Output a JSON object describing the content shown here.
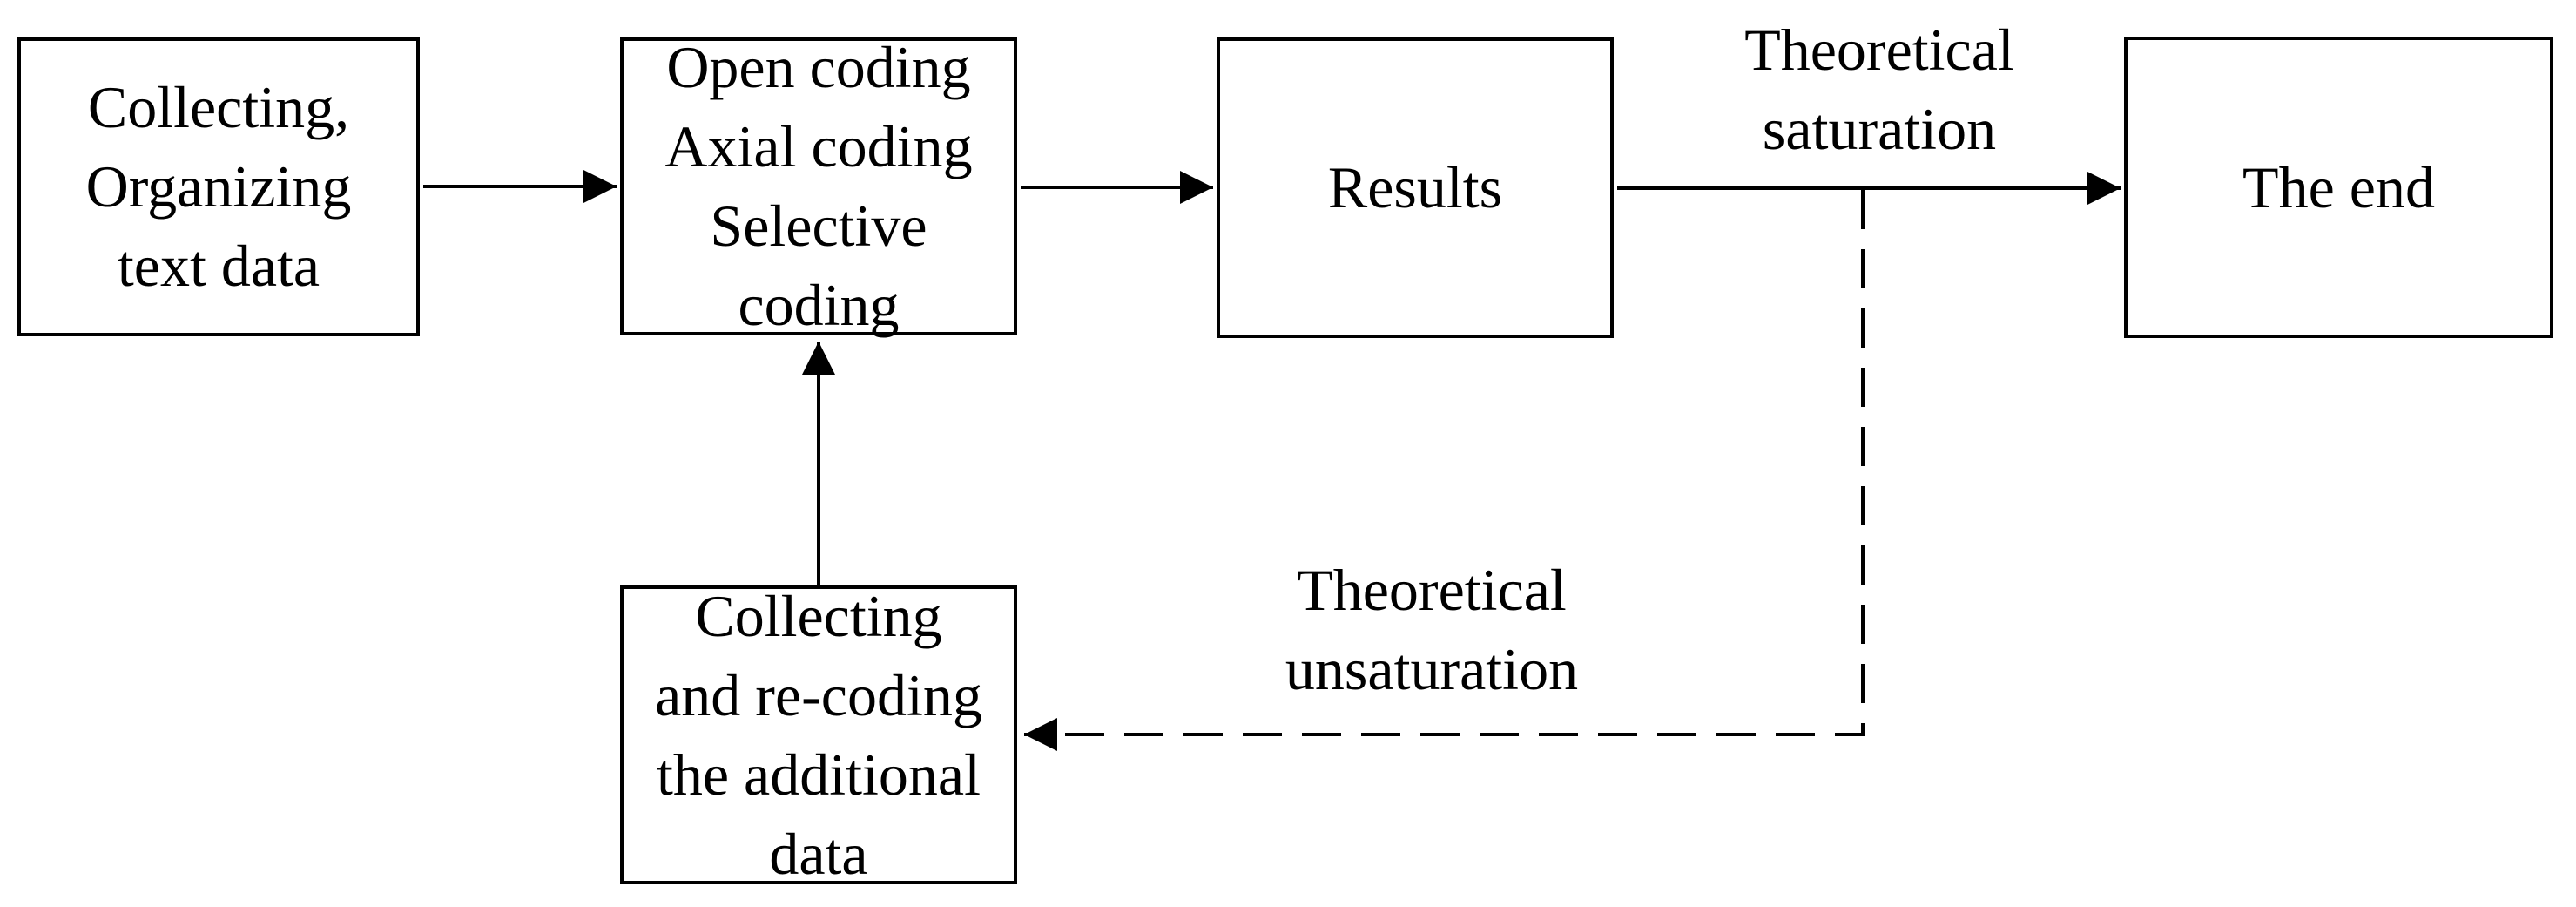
{
  "diagram": {
    "title": "Grounded theory coding process flowchart",
    "background_color": "#ffffff",
    "line_color": "#000000",
    "text_color": "#000000",
    "boxes": [
      {
        "id": "collect-organize",
        "text": "Collecting,\nOrganizing\ntext data"
      },
      {
        "id": "coding",
        "text": "Open coding\nAxial coding\nSelective\ncoding"
      },
      {
        "id": "results",
        "text": "Results"
      },
      {
        "id": "the-end",
        "text": "The end"
      },
      {
        "id": "recode-additional",
        "text": "Collecting\nand re-coding\nthe additional\ndata"
      }
    ],
    "labels": [
      {
        "id": "saturation",
        "text": "Theoretical\nsaturation"
      },
      {
        "id": "unsaturation",
        "text": "Theoretical\nunsaturation"
      }
    ],
    "arrows": [
      {
        "from": "collect-organize",
        "to": "coding",
        "style": "solid",
        "label": ""
      },
      {
        "from": "coding",
        "to": "results",
        "style": "solid",
        "label": ""
      },
      {
        "from": "results",
        "to": "the-end",
        "style": "solid",
        "label": "Theoretical saturation"
      },
      {
        "from": "recode-additional",
        "to": "coding",
        "style": "solid",
        "label": ""
      },
      {
        "from": "results-to-end-line",
        "to": "recode-additional",
        "style": "dashed",
        "label": "Theoretical unsaturation"
      }
    ]
  }
}
